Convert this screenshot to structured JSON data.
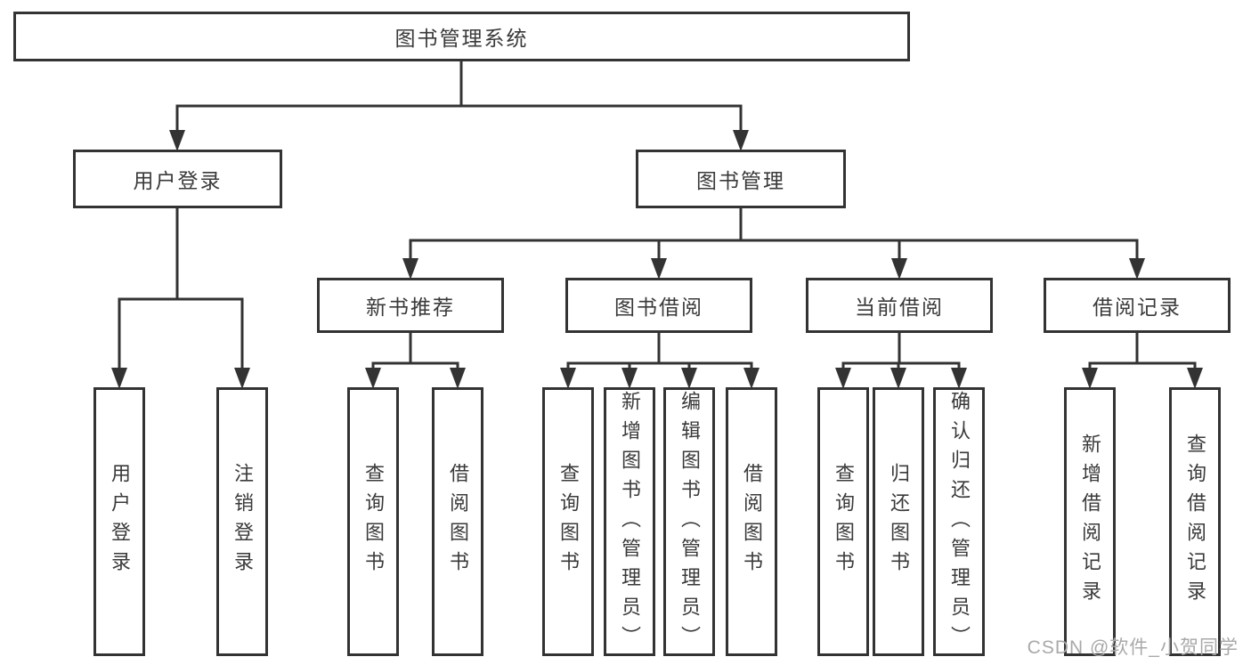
{
  "diagram_type": "feature-tree",
  "tree": {
    "label": "图书管理系统",
    "children": [
      {
        "label": "用户登录",
        "children": [
          {
            "label": "用户登录"
          },
          {
            "label": "注销登录"
          }
        ]
      },
      {
        "label": "图书管理",
        "children": [
          {
            "label": "新书推荐",
            "children": [
              {
                "label": "查询图书"
              },
              {
                "label": "借阅图书"
              }
            ]
          },
          {
            "label": "图书借阅",
            "children": [
              {
                "label": "查询图书"
              },
              {
                "label": "新增图书（管理员）"
              },
              {
                "label": "编辑图书（管理员）"
              },
              {
                "label": "借阅图书"
              }
            ]
          },
          {
            "label": "当前借阅",
            "children": [
              {
                "label": "查询图书"
              },
              {
                "label": "归还图书"
              },
              {
                "label": "确认归还（管理员）"
              }
            ]
          },
          {
            "label": "借阅记录",
            "children": [
              {
                "label": "新增借阅记录"
              },
              {
                "label": "查询借阅记录"
              }
            ]
          }
        ]
      }
    ]
  },
  "watermark": {
    "text": "CSDN @软件_小贺同学"
  },
  "colors": {
    "background": "#ffffff",
    "line": "#333333",
    "box_border": "#333333",
    "text": "#3a3a3a",
    "watermark": "#a9a9a9"
  }
}
